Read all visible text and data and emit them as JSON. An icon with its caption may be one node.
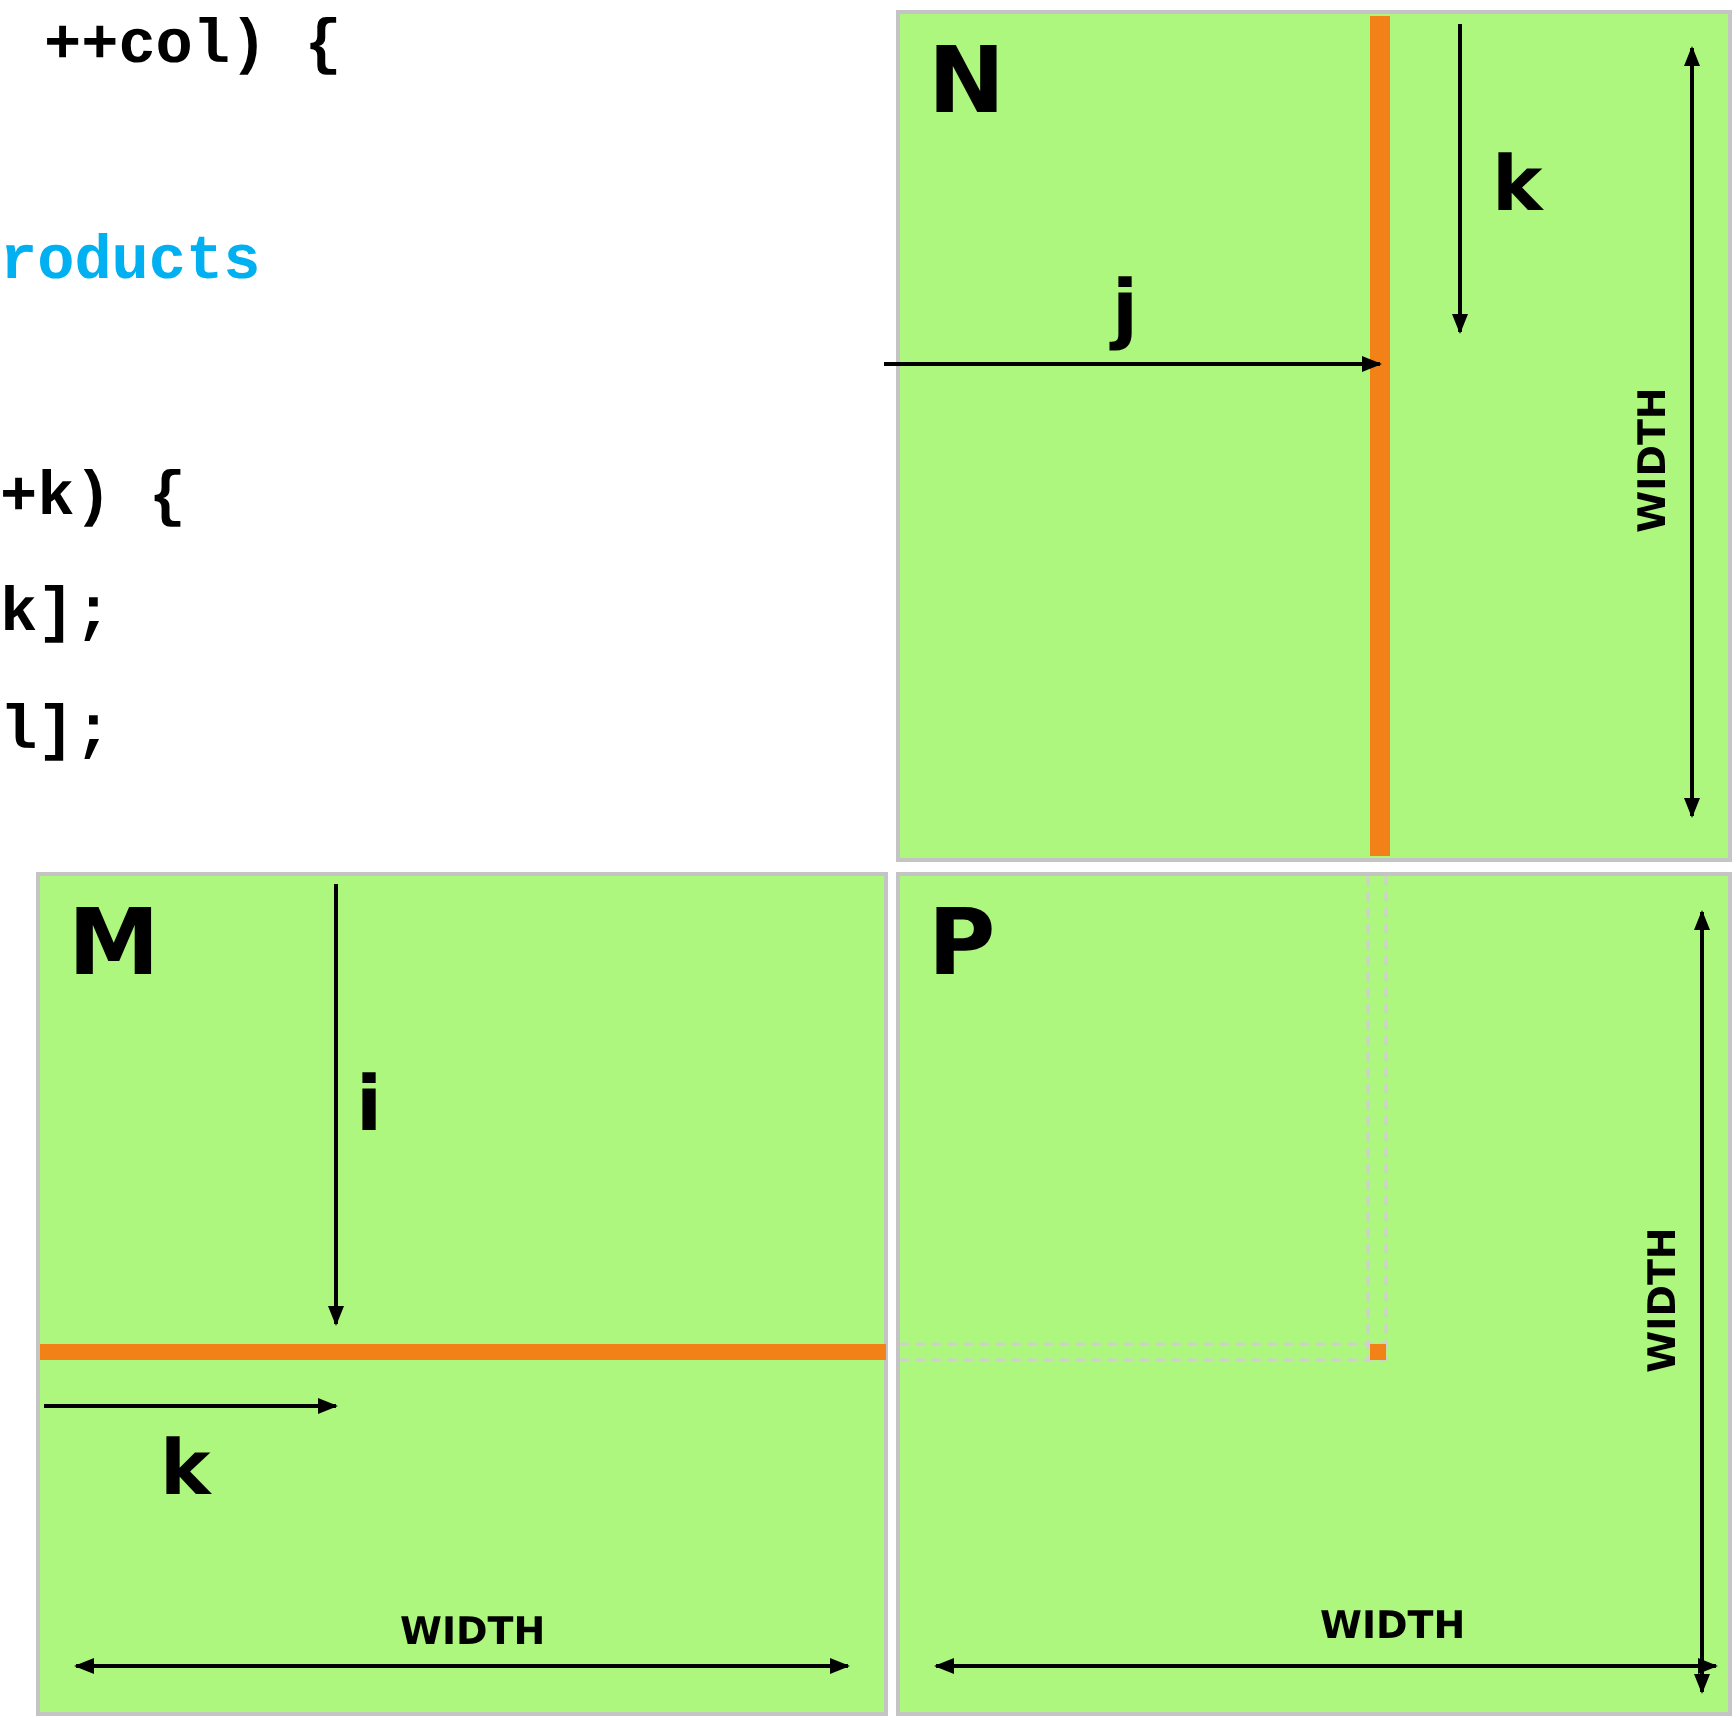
{
  "diagram": {
    "nodes": [
      {
        "text": [
          "N"
        ]
      },
      {
        "text": [
          "M"
        ]
      },
      {
        "text": [
          "P"
        ]
      }
    ],
    "labels": [
      "++col) {",
      "roducts",
      "+k) {",
      "k];",
      "l];",
      "k",
      "j",
      "WIDTH",
      "i",
      "k",
      "WIDTH",
      "WIDTH",
      "WIDTH"
    ]
  }
}
